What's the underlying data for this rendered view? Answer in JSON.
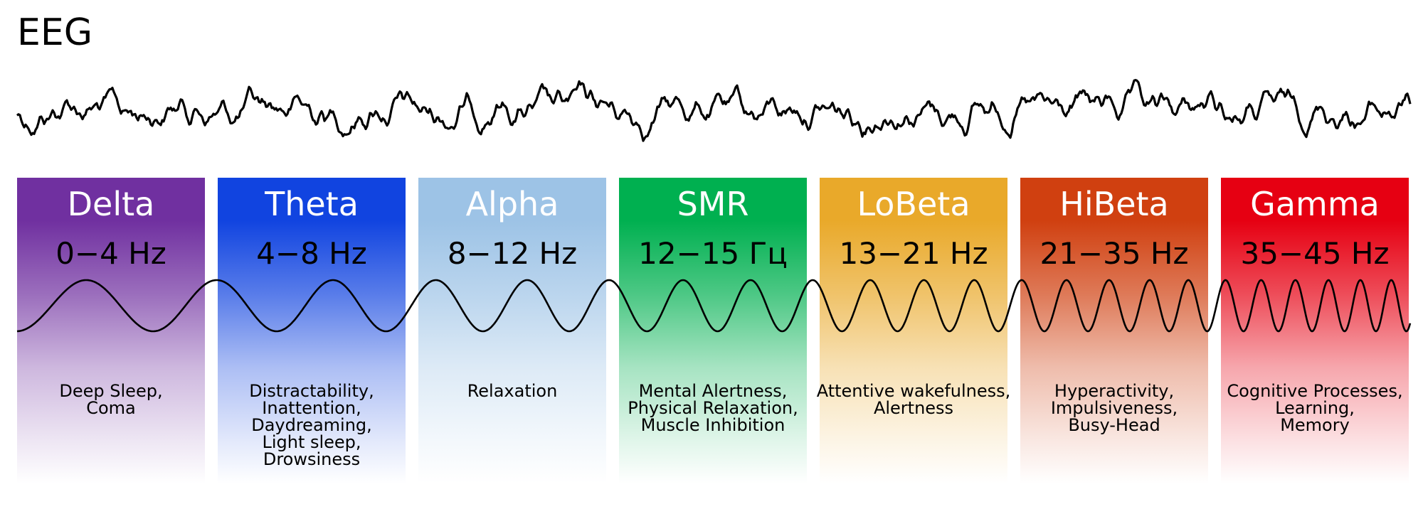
{
  "title": "EEG",
  "bands": [
    {
      "name": "Delta",
      "range": "0−4 Hz",
      "description": "Deep Sleep,\nComa",
      "color": "#7030a0"
    },
    {
      "name": "Theta",
      "range": "4−8 Hz",
      "description": "Distractability,\nInattention,\nDaydreaming,\nLight sleep,\nDrowsiness",
      "color": "#1144e0"
    },
    {
      "name": "Alpha",
      "range": "8−12 Hz",
      "description": "Relaxation",
      "color": "#9dc3e6"
    },
    {
      "name": "SMR",
      "range": "12−15 Гц",
      "description": "Mental Alertness,\nPhysical Relaxation,\nMuscle Inhibition",
      "color": "#00b050"
    },
    {
      "name": "LoBeta",
      "range": "13−21 Hz",
      "description": "Attentive wakefulness,\nAlertness",
      "color": "#e9a92a"
    },
    {
      "name": "HiBeta",
      "range": "21−35 Hz",
      "description": "Hyperactivity,\nImpulsiveness,\nBusy-Head",
      "color": "#d04010"
    },
    {
      "name": "Gamma",
      "range": "35−45 Hz",
      "description": "Cognitive Processes,\nLearning,\nMemory",
      "color": "#e60012"
    }
  ]
}
